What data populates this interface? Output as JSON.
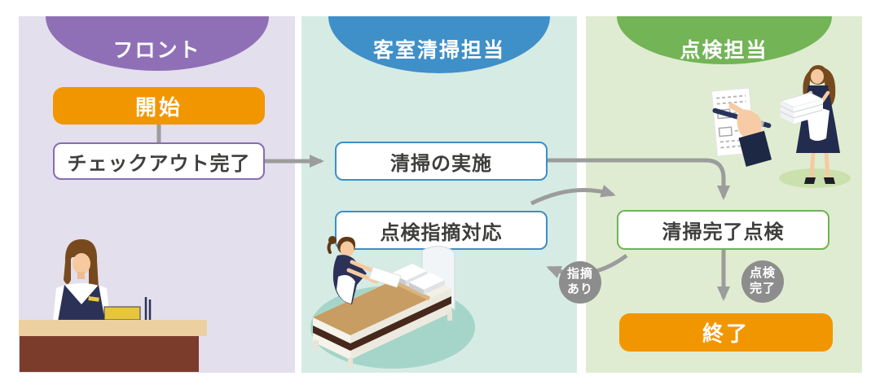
{
  "lanes": [
    {
      "title": "フロント"
    },
    {
      "title": "客室清掃担当"
    },
    {
      "title": "点検担当"
    }
  ],
  "nodes": {
    "start": "開始",
    "checkout_done": "チェックアウト完了",
    "do_cleaning": "清掃の実施",
    "fix_issues": "点検指摘対応",
    "final_inspection": "清掃完了点検",
    "end": "終了"
  },
  "edge_labels": {
    "issue_found": [
      "指摘",
      "あり"
    ],
    "inspection_complete": [
      "点検",
      "完了"
    ]
  },
  "colors": {
    "front_header": "#8f70b6",
    "front_lane_bg": "#e3dfed",
    "front_box_border": "#8a6bb0",
    "cleaning_header": "#3f8fc8",
    "cleaning_lane_bg": "#d6ebe4",
    "cleaning_box_border": "#3d8ec6",
    "inspection_header": "#72b456",
    "inspection_lane_bg": "#dfecd1",
    "inspection_box_border": "#6fb353",
    "terminal_box": "#f29600",
    "arrow": "#9c9c9c",
    "edge_label_bg": "#8d8d8d",
    "box_text": "#3e3e3c"
  },
  "icons": {
    "receptionist": "front-desk-receptionist-illustration",
    "housekeeper": "housekeeper-making-bed-illustration",
    "inspector": "inspection-staff-checklist-illustration"
  }
}
